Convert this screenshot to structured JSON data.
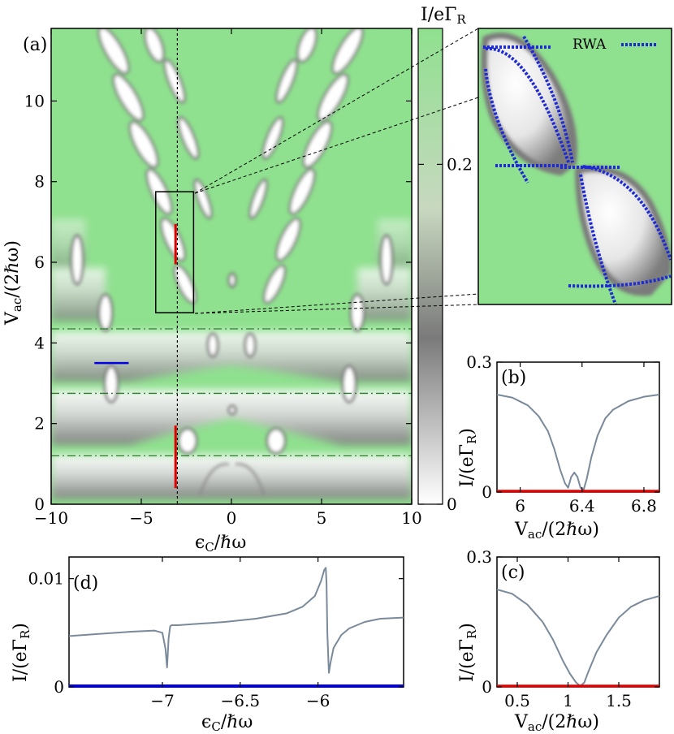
{
  "colors": {
    "background_green": "#8fe08f",
    "feature_white": "#ffffff",
    "feature_gray": "#8a8a8a",
    "curve_gray": "#7a8a9a",
    "red_line": "#e00000",
    "blue_line": "#0000e0",
    "guide_green": "#2d7a2d",
    "rwa_blue": "#1e2ad6"
  },
  "chart_data": [
    {
      "panel": "(a)",
      "type": "heatmap",
      "xlabel": "ϵC/ℏω",
      "ylabel": "Vac/(2ℏω)",
      "xlim": [
        -10,
        10
      ],
      "ylim": [
        0,
        11.8
      ],
      "xticks": [
        -10,
        -5,
        0,
        5,
        10
      ],
      "yticks": [
        0,
        2,
        4,
        6,
        8,
        10
      ],
      "vertical_line_x": -3,
      "horizontal_lines_y": [
        1.2,
        2.75,
        4.35
      ],
      "red_segments": [
        {
          "x": -3.1,
          "y": [
            0.4,
            1.95
          ]
        },
        {
          "x": -3.1,
          "y": [
            5.95,
            6.95
          ]
        }
      ],
      "blue_segment": {
        "y": 3.5,
        "x": [
          -7.6,
          -5.7
        ]
      },
      "zoom_box": {
        "x": [
          -4.2,
          -2.1
        ],
        "y": [
          4.75,
          7.75
        ]
      },
      "colorbar": {
        "title": "I/eΓR",
        "ticks": [
          "0",
          "0.2"
        ],
        "tick_values": [
          0,
          0.2
        ],
        "range": [
          0,
          0.28
        ]
      },
      "inset_legend": "RWA"
    },
    {
      "panel": "(b)",
      "type": "line",
      "xlabel": "Vac/(2ℏω)",
      "ylabel": "I/(eΓR)",
      "xlim": [
        5.85,
        6.9
      ],
      "ylim": [
        0,
        0.3
      ],
      "xticks": [
        "6",
        "6.4",
        "6.8"
      ],
      "xtick_values": [
        6,
        6.4,
        6.8
      ],
      "yticks": [
        "0",
        "0.3"
      ],
      "ytick_values": [
        0,
        0.3
      ],
      "series": [
        {
          "x": [
            5.85,
            5.95,
            6.05,
            6.12,
            6.18,
            6.22,
            6.26,
            6.29,
            6.31,
            6.33,
            6.35,
            6.37,
            6.39,
            6.41,
            6.43,
            6.46,
            6.5,
            6.55,
            6.6,
            6.7,
            6.8,
            6.9
          ],
          "y": [
            0.225,
            0.218,
            0.2,
            0.175,
            0.14,
            0.1,
            0.05,
            0.02,
            0.01,
            0.035,
            0.045,
            0.035,
            0.01,
            0.005,
            0.03,
            0.08,
            0.13,
            0.17,
            0.19,
            0.21,
            0.22,
            0.225
          ]
        },
        {
          "x": [
            5.85,
            6.9
          ],
          "y": [
            0,
            0
          ]
        }
      ]
    },
    {
      "panel": "(c)",
      "type": "line",
      "xlabel": "Vac/(2ℏω)",
      "ylabel": "I/(eΓR)",
      "xlim": [
        0.3,
        1.9
      ],
      "ylim": [
        0,
        0.3
      ],
      "xticks": [
        "0.5",
        "1",
        "1.5"
      ],
      "xtick_values": [
        0.5,
        1,
        1.5
      ],
      "yticks": [
        "0",
        "0.3"
      ],
      "ytick_values": [
        0,
        0.3
      ],
      "series": [
        {
          "x": [
            0.3,
            0.45,
            0.6,
            0.75,
            0.85,
            0.95,
            1.02,
            1.08,
            1.12,
            1.16,
            1.2,
            1.28,
            1.38,
            1.5,
            1.62,
            1.75,
            1.9
          ],
          "y": [
            0.225,
            0.215,
            0.19,
            0.15,
            0.11,
            0.06,
            0.03,
            0.01,
            0.002,
            0.01,
            0.035,
            0.08,
            0.12,
            0.16,
            0.185,
            0.2,
            0.21
          ]
        },
        {
          "x": [
            0.3,
            1.9
          ],
          "y": [
            0,
            0
          ]
        }
      ]
    },
    {
      "panel": "(d)",
      "type": "line",
      "xlabel": "ϵC/ℏω",
      "ylabel": "I/(eΓR)",
      "xlim": [
        -7.6,
        -5.45
      ],
      "ylim": [
        0,
        0.012
      ],
      "xticks": [
        "-7",
        "-6.5",
        "-6"
      ],
      "xtick_values": [
        -7,
        -6.5,
        -6
      ],
      "yticks": [
        "0",
        "0.01"
      ],
      "ytick_values": [
        0,
        0.01
      ],
      "series": [
        {
          "x": [
            -7.6,
            -7.4,
            -7.2,
            -7.05,
            -7.0,
            -6.98,
            -6.97,
            -6.96,
            -6.95,
            -6.94,
            -6.9,
            -6.8,
            -6.6,
            -6.4,
            -6.2,
            -6.1,
            -6.02,
            -5.98,
            -5.96,
            -5.95,
            -5.945,
            -5.94,
            -5.93,
            -5.92,
            -5.9,
            -5.85,
            -5.8,
            -5.7,
            -5.6,
            -5.45
          ],
          "y": [
            0.0047,
            0.0049,
            0.0051,
            0.0052,
            0.005,
            0.0035,
            0.0018,
            0.0045,
            0.0056,
            0.0057,
            0.0057,
            0.0058,
            0.006,
            0.0063,
            0.0068,
            0.0074,
            0.0084,
            0.0098,
            0.0108,
            0.011,
            0.0095,
            0.005,
            0.0013,
            0.0022,
            0.0036,
            0.0048,
            0.0054,
            0.006,
            0.0063,
            0.0064
          ]
        },
        {
          "x": [
            -7.6,
            -5.45
          ],
          "y": [
            0,
            0
          ]
        }
      ]
    }
  ]
}
